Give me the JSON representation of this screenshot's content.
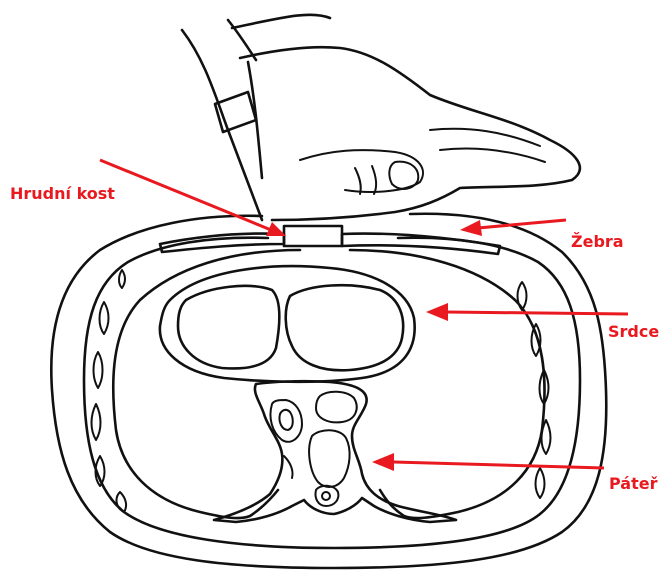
{
  "labels": {
    "sternum": "Hrudní kost",
    "ribs": "Žebra",
    "heart": "Srdce",
    "spine": "Páteř"
  },
  "colors": {
    "annotation": "#e8191f",
    "ink": "#111111",
    "background": "#ffffff"
  }
}
